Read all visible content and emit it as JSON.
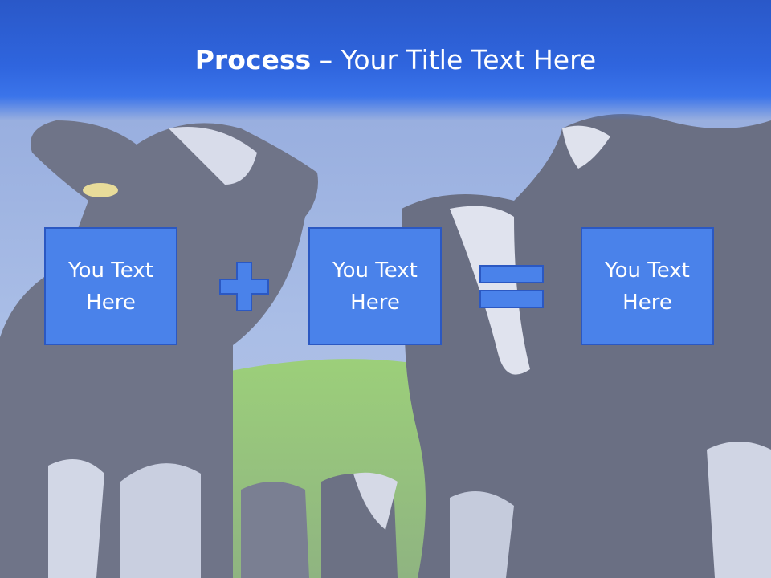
{
  "slide": {
    "title_bold": "Process",
    "title_rest": " – Your Title Text Here"
  },
  "boxes": [
    {
      "text": "You Text Here"
    },
    {
      "text": "You Text Here"
    },
    {
      "text": "You Text Here"
    }
  ],
  "operators": [
    "plus-icon",
    "equals-icon"
  ],
  "colors": {
    "banner": "#2f65de",
    "box_fill": "#4a82ea",
    "box_border": "#2b58c2",
    "text": "#ffffff"
  }
}
